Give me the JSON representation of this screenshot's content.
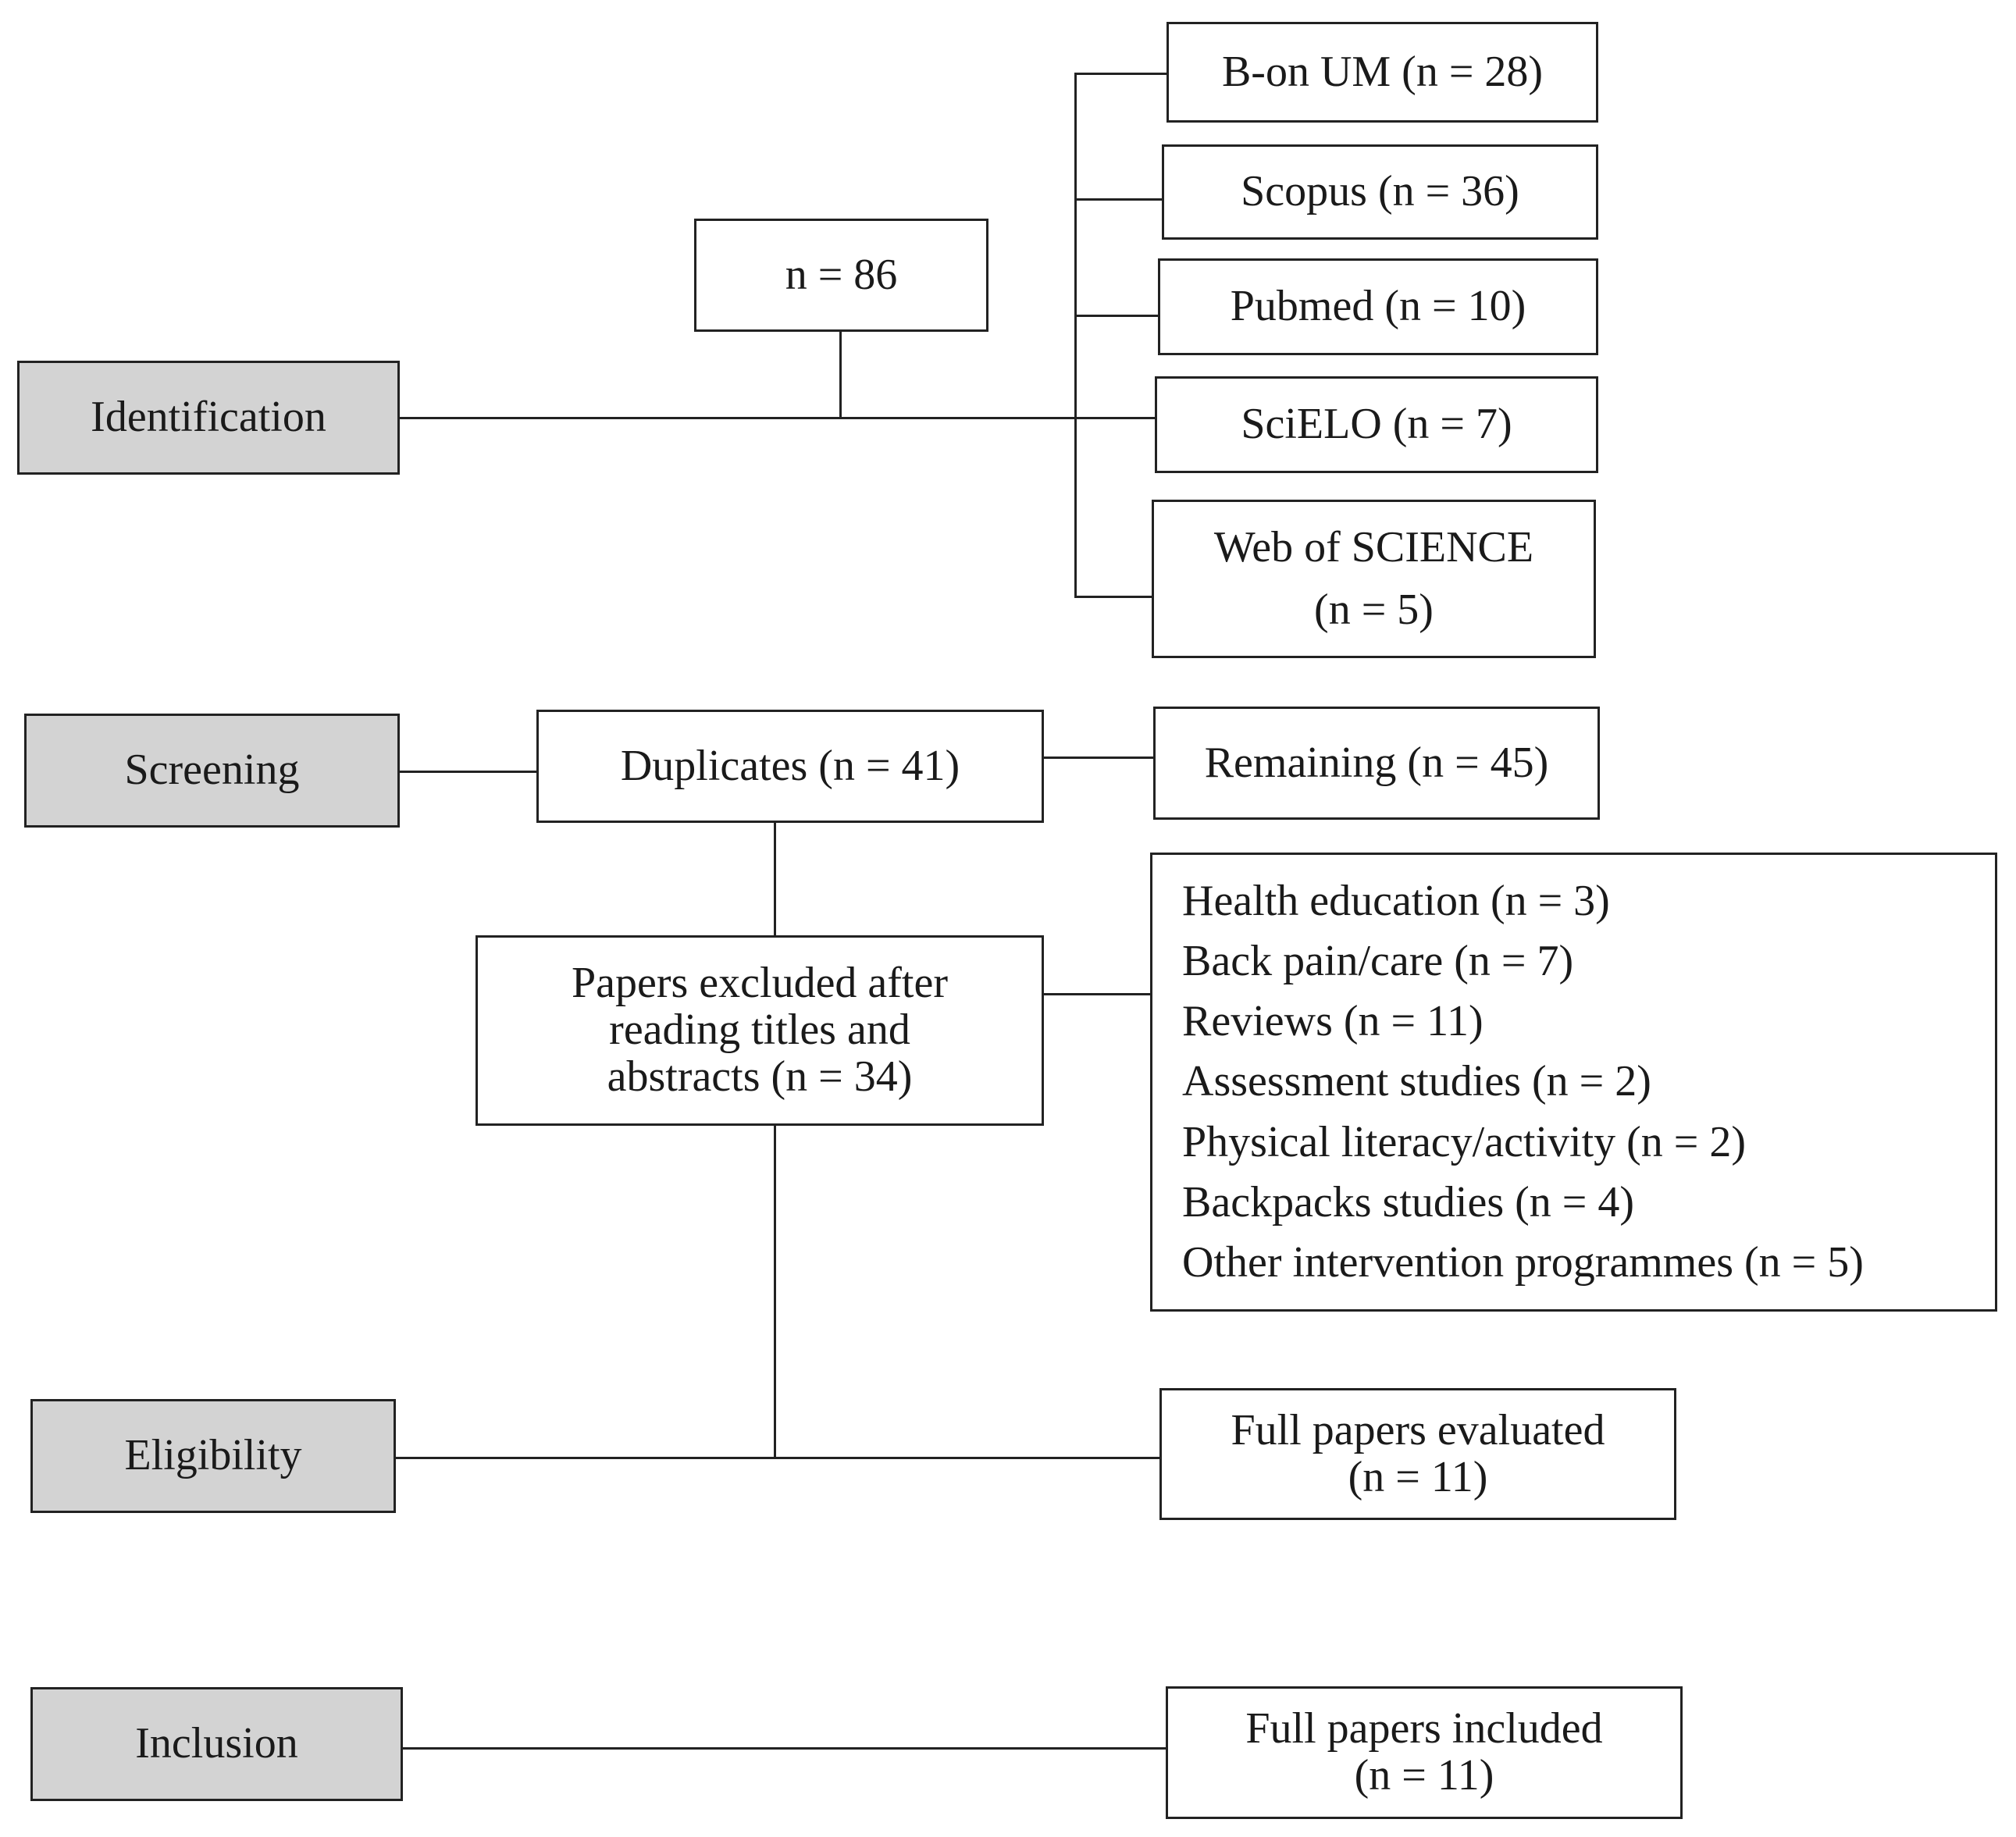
{
  "stages": {
    "identification": "Identification",
    "screening": "Screening",
    "eligibility": "Eligibility",
    "inclusion": "Inclusion"
  },
  "identification": {
    "total": "n = 86",
    "sources": [
      "B-on UM (n = 28)",
      "Scopus (n = 36)",
      "Pubmed (n = 10)",
      "SciELO (n = 7)"
    ],
    "wos_line1": "Web of SCIENCE",
    "wos_line2": "(n = 5)"
  },
  "screening": {
    "duplicates": "Duplicates (n = 41)",
    "remaining": "Remaining (n = 45)"
  },
  "excluded": {
    "line1": "Papers excluded after",
    "line2": "reading titles and",
    "line3": "abstracts (n = 34)",
    "reasons": [
      "Health education (n = 3)",
      "Back pain/care (n = 7)",
      "Reviews (n = 11)",
      "Assessment studies (n = 2)",
      "Physical literacy/activity (n = 2)",
      "Backpacks studies (n = 4)",
      "Other intervention programmes (n = 5)"
    ]
  },
  "eligibility": {
    "line1": "Full papers evaluated",
    "line2": "(n = 11)"
  },
  "inclusion": {
    "line1": "Full papers included",
    "line2": "(n = 11)"
  }
}
